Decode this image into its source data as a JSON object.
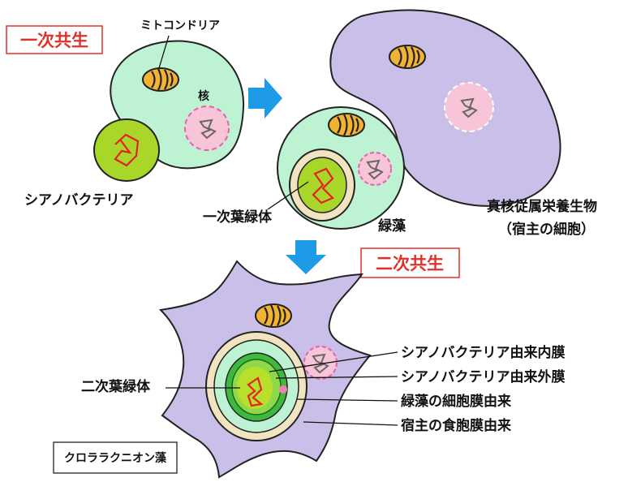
{
  "titles": {
    "primary": "一次共生",
    "secondary": "二次共生"
  },
  "labels": {
    "mitochondria": "ミトコンドリア",
    "nucleus": "核",
    "cyanobacteria": "シアノバクテリア",
    "primary_plastid": "一次葉緑体",
    "green_alga": "緑藻",
    "host_line1": "真核従属栄養生物",
    "host_line2": "（宿主の細胞）",
    "secondary_plastid": "二次葉緑体",
    "membrane_inner": "シアノバクテリア由来内膜",
    "membrane_outer": "シアノバクテリア由来外膜",
    "membrane_alga": "緑藻の細胞膜由来",
    "membrane_host": "宿主の食胞膜由来",
    "species": "クロララクニオン藻"
  },
  "colors": {
    "title_red": "#e0302c",
    "arrow_blue": "#1e9be6",
    "host_purple": "#c9bfe8",
    "alga_green": "#bdf2d2",
    "cyano_green": "#a8d72a",
    "nucleus_pink": "#f7c4d8",
    "mito_orange": "#f2b233"
  },
  "icons": [
    "arrow-right-icon",
    "arrow-down-icon"
  ]
}
